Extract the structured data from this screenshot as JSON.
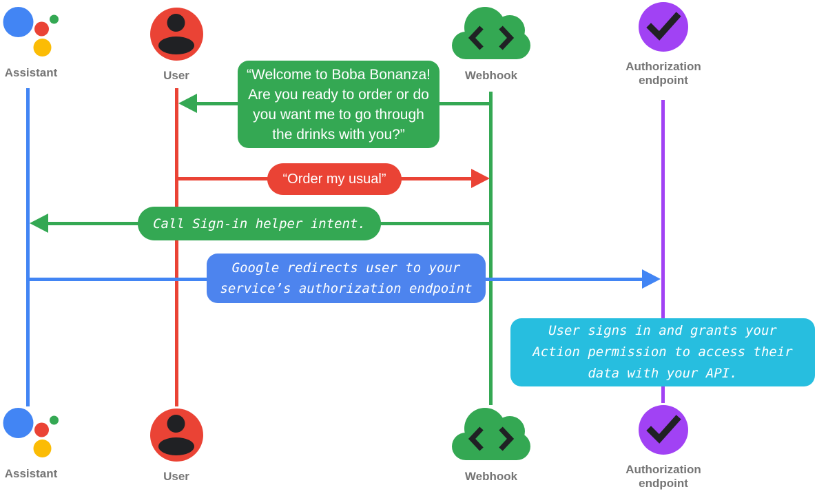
{
  "colors": {
    "blue": "#4285F4",
    "red": "#EA4335",
    "green": "#34A853",
    "yellow": "#FBBC05",
    "purple": "#A142F4",
    "cyan": "#27BEDF",
    "bluebox": "#4D84EE",
    "dark": "#202124",
    "gray": "#757575"
  },
  "actors": {
    "assistant": {
      "label": "Assistant",
      "icon": "google-assistant-icon"
    },
    "user": {
      "label": "User",
      "icon": "user-icon"
    },
    "webhook": {
      "label": "Webhook",
      "icon": "cloud-code-icon"
    },
    "auth": {
      "label": "Authorization endpoint",
      "icon": "checkmark-circle-icon"
    }
  },
  "messages": {
    "welcome": {
      "text": "“Welcome to Boba Bonanza! Are you ready to order or do you want me to go through the drinks with you?”",
      "from": "webhook",
      "to": "user"
    },
    "order": {
      "text": "“Order my usual”",
      "from": "user",
      "to": "webhook"
    },
    "signin": {
      "text": "Call Sign-in helper intent.",
      "from": "webhook",
      "to": "assistant"
    },
    "redirect": {
      "text": "Google redirects user to your service’s authorization endpoint",
      "from": "assistant",
      "to": "auth"
    },
    "grant": {
      "text": "User signs in and grants your Action permission to access their data with your API.",
      "at": "auth"
    }
  }
}
